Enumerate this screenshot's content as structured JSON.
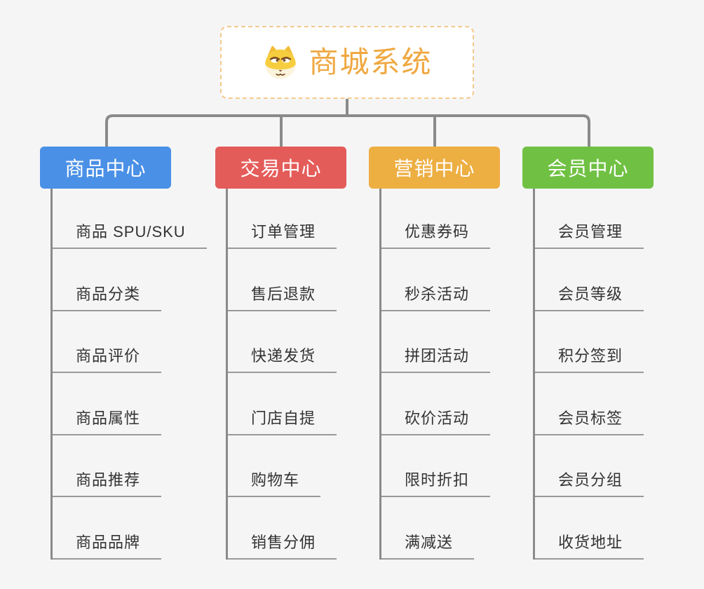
{
  "root": {
    "title": "商城系统",
    "icon": "dog-face-icon"
  },
  "branches": [
    {
      "label": "商品中心",
      "color": "#4A90E6",
      "items": [
        "商品 SPU/SKU",
        "商品分类",
        "商品评价",
        "商品属性",
        "商品推荐",
        "商品品牌"
      ]
    },
    {
      "label": "交易中心",
      "color": "#E45C59",
      "items": [
        "订单管理",
        "售后退款",
        "快递发货",
        "门店自提",
        "购物车",
        "销售分佣"
      ]
    },
    {
      "label": "营销中心",
      "color": "#EDAE42",
      "items": [
        "优惠券码",
        "秒杀活动",
        "拼团活动",
        "砍价活动",
        "限时折扣",
        "满减送"
      ]
    },
    {
      "label": "会员中心",
      "color": "#70C143",
      "items": [
        "会员管理",
        "会员等级",
        "积分签到",
        "会员标签",
        "会员分组",
        "收货地址"
      ]
    }
  ],
  "colors": {
    "background": "#F5F5F6",
    "connector": "#8A8A8A",
    "underline": "#999999",
    "item_text": "#333333",
    "root_text": "#EFA841",
    "root_border": "#F3C98E",
    "header_text": "#FFFFFF"
  }
}
